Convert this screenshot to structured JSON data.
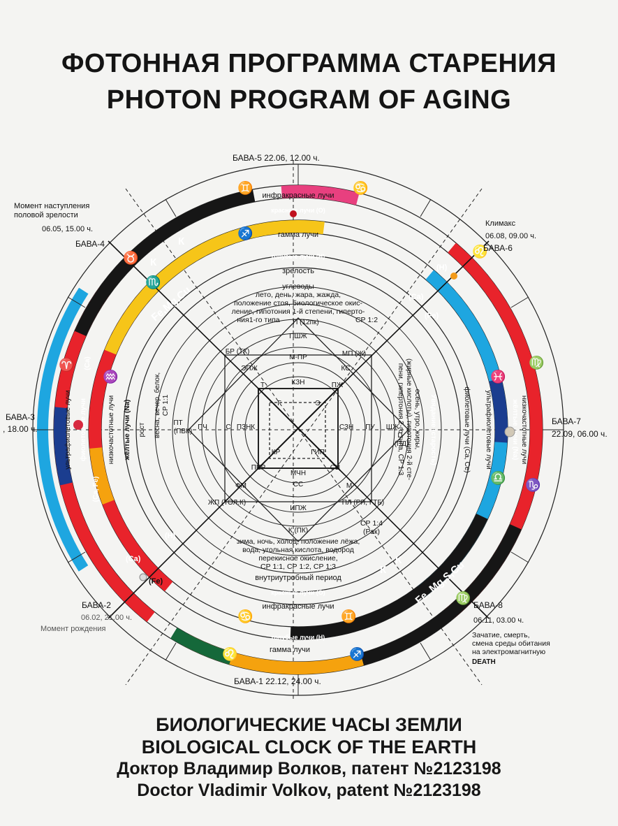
{
  "header": {
    "title_ru": "ФОТОННАЯ ПРОГРАММА СТАРЕНИЯ",
    "title_en": "PHOTON PROGRAM OF AGING"
  },
  "footer": {
    "line1": "БИОЛОГИЧЕСКИЕ ЧАСЫ ЗЕМЛИ",
    "line2": "BIOLOGICAL CLOCK OF THE EARTH",
    "line3": "Доктор Владимир Волков, патент №2123198",
    "line4": "Doctor Vladimir Volkov, patent №2123198"
  },
  "bava": {
    "b5": "БАВА-5  22.06, 12.00 ч.",
    "b1": "БАВА-1  22.12, 24.00 ч.",
    "b3": "БАВА-3",
    "b3_time": ", 18.00 ч.",
    "b7": "БАВА-7",
    "b7_time": "22.09, 06.00 ч.",
    "b4": "БАВА-4",
    "b4_note1": "Момент наступления",
    "b4_note2": "половой зрелости",
    "b4_time": "06.05, 15.00 ч.",
    "b6": "БАВА-6",
    "b6_note": "Климакс",
    "b6_time": "06.08, 09.00 ч.",
    "b2": "БАВА-2",
    "b2_time": "06.02, 21.00 ч.",
    "b2_note": "Момент рождения",
    "b8": "БАВА-8",
    "b8_time": "06.11, 03.00 ч.",
    "b8_note1": "Зачатие, смерть,",
    "b8_note2": "смена среды обитания",
    "b8_note3": "на электромагнитную",
    "b8_note4": "DEATH"
  },
  "rings": {
    "infrared_top": "инфракрасные лучи",
    "red_top": "красные лучи (О)",
    "gamma_top": "гамма лучи",
    "blue_top": "голубые лучи (Н)",
    "maturity": "зрелость",
    "infrared_bottom": "инфракрасные лучи",
    "red_bottom": "красные лучи (О)",
    "blue_bottom": "голубые лучи (Н)",
    "gamma_bottom": "гамма лучи",
    "intrauterine": "внутриутробный период",
    "ultraviolet_right": "ультрафиолетовые лучи",
    "violet_right": "фиолетовые лучи (Ca, Се)",
    "lowfreq_right": "низкочастотные лучи",
    "yellow_right": "жёлтые лучи (Na)",
    "wilting": "Увядание (старость)",
    "ultraviolet_left": "ультрафиолетовые лучи",
    "violet_left": "фиолетовые лучи",
    "lowfreq_left": "низкочастотные лучи",
    "yellow_left": "жёлтые лучи (Na)",
    "growth": "рост",
    "ca_left": "(Ca)",
    "cafe_left": "(Ca, Fe)",
    "ca_tr": "(Ca)",
    "fe_tr": "(Fe)",
    "h_tr": "(Н)",
    "ca_bl": "(Ca)",
    "fe_bl": "(Fe)",
    "h_bl": "(Н)",
    "k1": "К",
    "k2": "К",
    "k3": "К",
    "k4": "К",
    "femgcu": "Fe,Mg,Cu",
    "femgscu": "Fe, Mg,S,Cu"
  },
  "center": {
    "summer1": "углеводы",
    "summer2": "лето, день, жара, жажда,",
    "summer3": "положение стоя, биологическое окис-",
    "summer4": "ление, гипотония 1-й степени, гиперто-",
    "summer5": "ния1-го типа",
    "summer_cp": "СР 1:2",
    "winter1": "зима, ночь, холод, положение лёжа,",
    "winter2": "вода, угольная кислота, водород",
    "winter3": "перекисное окисление,",
    "winter4": "СР 1:1, СР 1:2, СР 1:3",
    "winter_cp": "СР 1:4",
    "winter_rak": "(Рак)",
    "spring1": "весна, вечер, белок,",
    "spring2": "СР 1:1",
    "autumn1": "осень, утро, жиры,",
    "autumn2": "(жирные кислоты), гипотония 2-й сте-",
    "autumn3": "пени, гипертония 2-го типа, СР 1:3",
    "lbl_pp": "П (12пк)",
    "lbl_pshzh": "ПШЖ",
    "lbl_br": "БР (ТК)",
    "lbl_mp": "МП (Ж)",
    "lbl_mpr": "М-ПР",
    "lbl_epzh": "ЭПЖ",
    "lbl_ks": "КС",
    "lbl_t": "Т",
    "lbl_kzn": "КЗН",
    "lbl_pzh": "ПЖ",
    "lbl_g": "Г",
    "lbl_e": "Э",
    "lbl_pt": "ПТ",
    "lbl_pvk": "(ПВК)",
    "lbl_pch": "ПЧ",
    "lbl_s": "С",
    "lbl_pzk": "ПЗНК",
    "lbl_szn": "СЗН",
    "lbl_pu": "ПУ",
    "lbl_shzh": "ЩЖ",
    "lbl_p": "П",
    "lbl_pd": "(ПД)",
    "lbl_kr": "КР",
    "lbl_gip": "ГИП",
    "lbl_per": "ПЕР",
    "lbl_mchn": "МЧН",
    "lbl_sts": "СЦ",
    "lbl_ss": "СС",
    "lbl_fm": "ФМ",
    "lbl_m": "М",
    "lbl_zhp": "ЖП (ТОЛ.К)",
    "lbl_pl": "ПЛ (РЯ, ГТБ)",
    "lbl_ipzh": "ИПЖ",
    "lbl_k": "К (ПК)"
  },
  "zodiac": {
    "gemini_top": "♊",
    "cancer_top": "♋",
    "leo": "♌",
    "virgo": "♍",
    "libra": "♎",
    "scorpio": "♏",
    "sagittarius": "♐",
    "capricorn": "♑",
    "aquarius": "♒",
    "pisces": "♓",
    "aries": "♈",
    "taurus": "♉"
  },
  "colors": {
    "red": "#e8232b",
    "blue": "#1ea6e0",
    "yellow": "#f6c519",
    "orange": "#f5a20e",
    "black": "#161616",
    "pink": "#e8407f",
    "navy": "#17368c",
    "green": "#15683a",
    "darkblue": "#1b3d8f"
  }
}
